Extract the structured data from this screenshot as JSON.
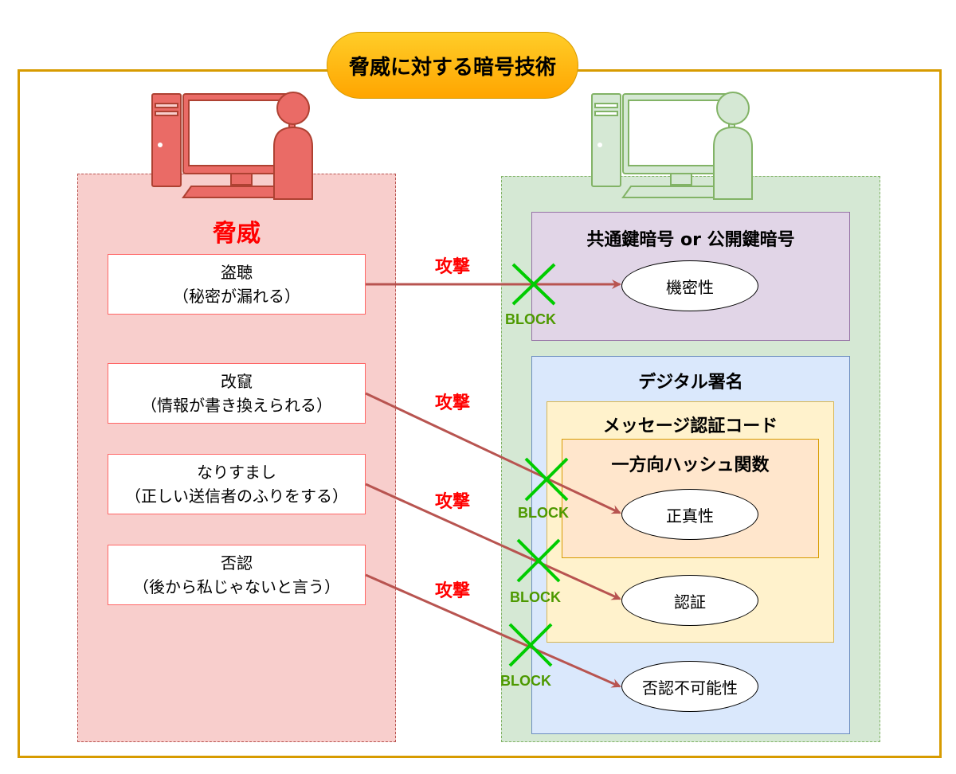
{
  "diagram_title": "脅威に対する暗号技術",
  "threat_section": {
    "title": "脅威",
    "threats": [
      {
        "name": "盗聴",
        "detail": "（秘密が漏れる）"
      },
      {
        "name": "改竄",
        "detail": "（情報が書き換えられる）"
      },
      {
        "name": "なりすまし",
        "detail": "（正しい送信者のふりをする）"
      },
      {
        "name": "否認",
        "detail": "（後から私じゃないと言う）"
      }
    ]
  },
  "defense_section": {
    "crypto_box_label": "共通鍵暗号 or 公開鍵暗号",
    "signature_box_label": "デジタル署名",
    "mac_box_label": "メッセージ認証コード",
    "hash_box_label": "一方向ハッシュ関数",
    "properties": [
      "機密性",
      "正真性",
      "認証",
      "否認不可能性"
    ]
  },
  "attack_label": "攻撃",
  "block_label": "BLOCK",
  "icons": {
    "attacker": "computer-user-icon",
    "defender": "computer-user-icon"
  },
  "colors": {
    "threat_accent": "#ff0000",
    "block_green": "#00cc00",
    "arrow": "#b85450",
    "attacker_icon": "#ea6b66",
    "defender_icon": "#97d077"
  }
}
